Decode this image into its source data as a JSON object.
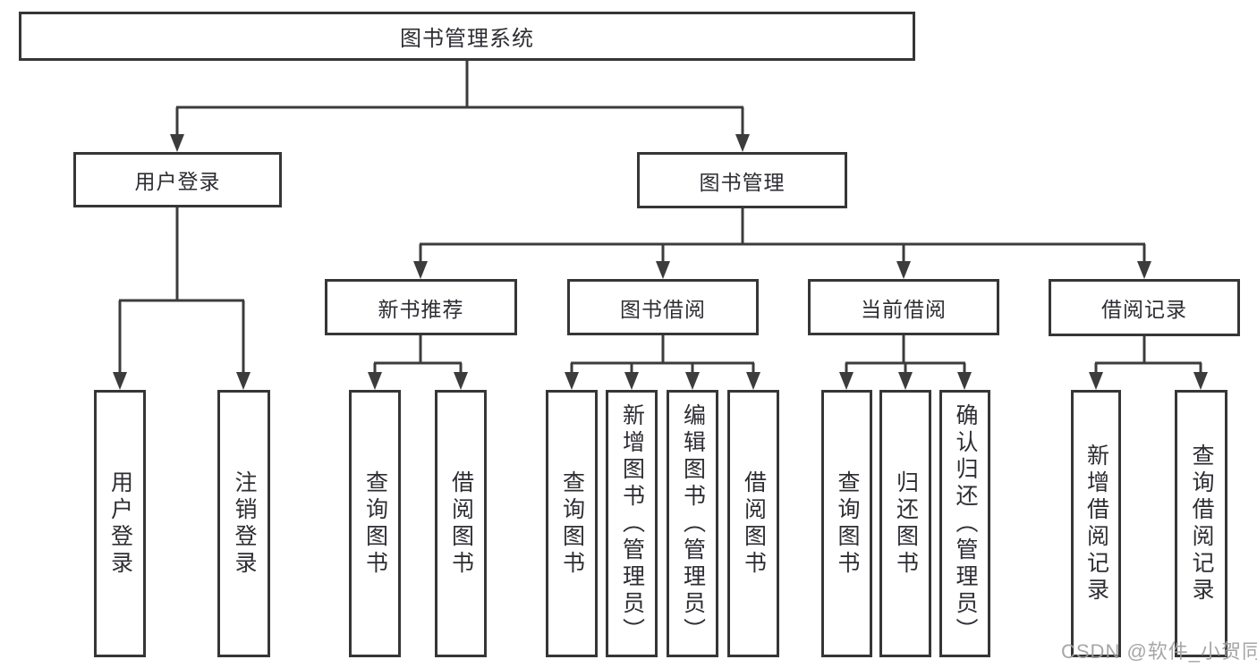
{
  "diagram": {
    "root": {
      "label": "图书管理系统"
    },
    "level2": [
      {
        "label": "用户登录"
      },
      {
        "label": "图书管理"
      }
    ],
    "level3": [
      {
        "label": "新书推荐",
        "parent": "图书管理"
      },
      {
        "label": "图书借阅",
        "parent": "图书管理"
      },
      {
        "label": "当前借阅",
        "parent": "图书管理"
      },
      {
        "label": "借阅记录",
        "parent": "图书管理"
      }
    ],
    "leaves": [
      {
        "label": "用户登录",
        "parent": "用户登录"
      },
      {
        "label": "注销登录",
        "parent": "用户登录"
      },
      {
        "label": "查询图书",
        "parent": "新书推荐"
      },
      {
        "label": "借阅图书",
        "parent": "新书推荐"
      },
      {
        "label": "查询图书",
        "parent": "图书借阅"
      },
      {
        "label": "新增图书（管理员）",
        "parent": "图书借阅"
      },
      {
        "label": "编辑图书（管理员）",
        "parent": "图书借阅"
      },
      {
        "label": "借阅图书",
        "parent": "图书借阅"
      },
      {
        "label": "查询图书",
        "parent": "当前借阅"
      },
      {
        "label": "归还图书",
        "parent": "当前借阅"
      },
      {
        "label": "确认归还（管理员）",
        "parent": "当前借阅"
      },
      {
        "label": "新增借阅记录",
        "parent": "借阅记录"
      },
      {
        "label": "查询借阅记录",
        "parent": "借阅记录"
      }
    ]
  },
  "colors": {
    "line": "#3c3c3c",
    "border": "#363636",
    "text": "#2d2d33",
    "background": "#ffffff",
    "watermark": "#9e9e9e"
  },
  "watermark": {
    "text": "CSDN @软件_小贺同学"
  }
}
